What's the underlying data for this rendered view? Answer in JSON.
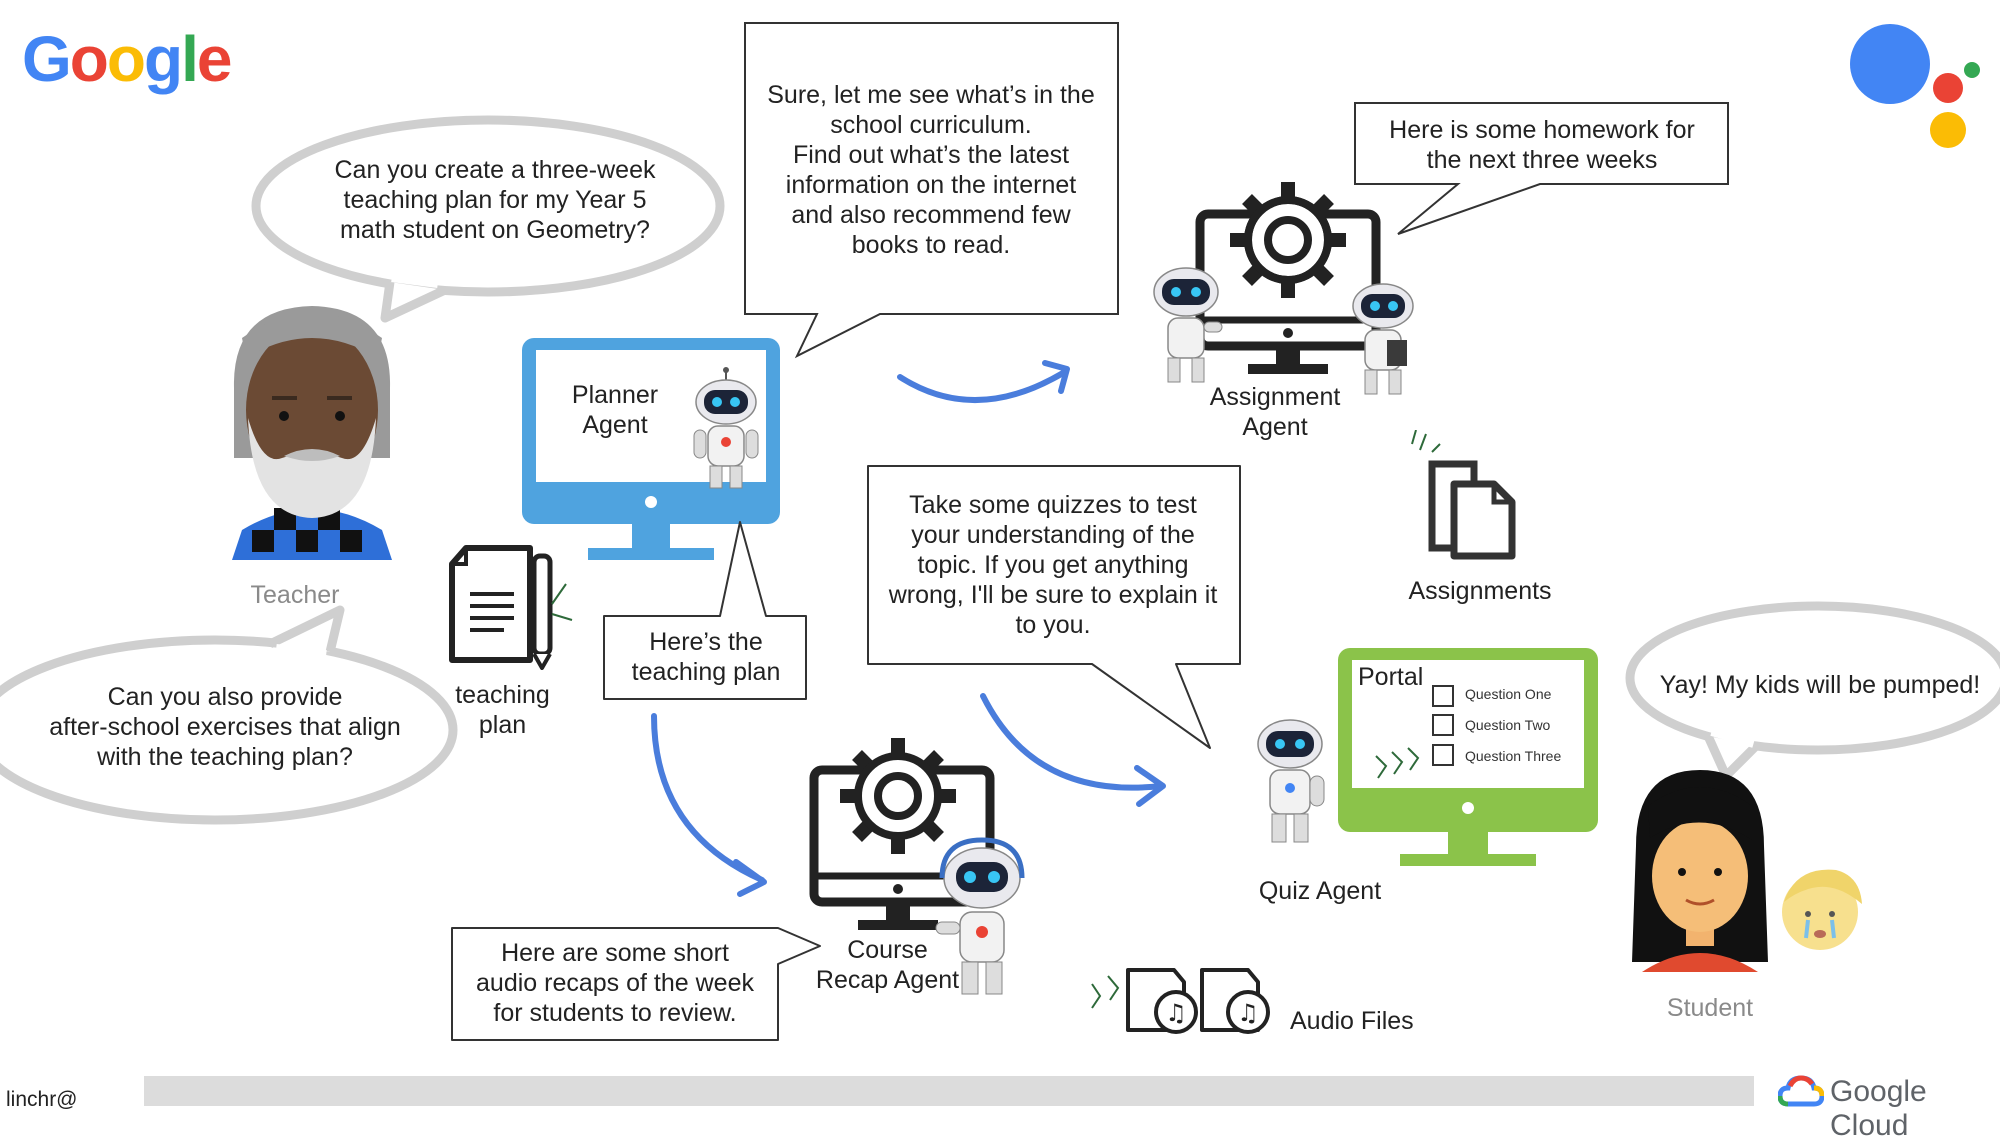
{
  "header": {
    "logo_letters": [
      {
        "ch": "G",
        "color": "#4285F4"
      },
      {
        "ch": "o",
        "color": "#EA4335"
      },
      {
        "ch": "o",
        "color": "#FBBC05"
      },
      {
        "ch": "g",
        "color": "#4285F4"
      },
      {
        "ch": "l",
        "color": "#34A853"
      },
      {
        "ch": "e",
        "color": "#EA4335"
      }
    ]
  },
  "colors": {
    "blue": "#4285F4",
    "red": "#EA4335",
    "yellow": "#FBBC05",
    "green": "#34A853",
    "planner_screen": "#4FA3DF",
    "quiz_screen": "#8BC34A",
    "bubble_gray": "#CFCFCF",
    "arrow_blue": "#4A7DDC"
  },
  "bubbles": {
    "teacher_question": [
      "Can you create a three-week",
      "teaching plan for my Year 5",
      "math student on Geometry?"
    ],
    "teacher_followup": [
      "Can you also provide",
      "after-school exercises that align",
      "with the teaching plan?"
    ],
    "student_reply": [
      "Yay! My kids will be pumped!"
    ]
  },
  "callouts": {
    "planner_reply": [
      "Sure, let me see what’s in the",
      "school curriculum.",
      "Find out what’s the latest",
      "information on the internet",
      "and also recommend few",
      "books to read."
    ],
    "homework": [
      "Here is some homework for",
      "the next three weeks"
    ],
    "teaching_plan": [
      "Here’s the",
      "teaching plan"
    ],
    "quiz": [
      "Take some quizzes to test",
      "your understanding of the",
      "topic. If you get anything",
      "wrong, I'll be sure to explain it",
      "to you."
    ],
    "audio": [
      "Here are some short",
      "audio recaps of the week",
      "for students to review."
    ]
  },
  "labels": {
    "teacher": "Teacher",
    "planner_agent": [
      "Planner",
      "Agent"
    ],
    "assignment_agent": [
      "Assignment",
      "Agent"
    ],
    "assignments": "Assignments",
    "teaching_plan_doc": [
      "teaching",
      "plan"
    ],
    "quiz_agent": "Quiz Agent",
    "course_recap_agent": [
      "Course",
      "Recap Agent"
    ],
    "audio_files": "Audio Files",
    "student": "Student",
    "portal": "Portal",
    "questions": [
      "Question One",
      "Question Two",
      "Question Three"
    ]
  },
  "footer": {
    "author": "linchr@",
    "brand": "Google Cloud"
  }
}
